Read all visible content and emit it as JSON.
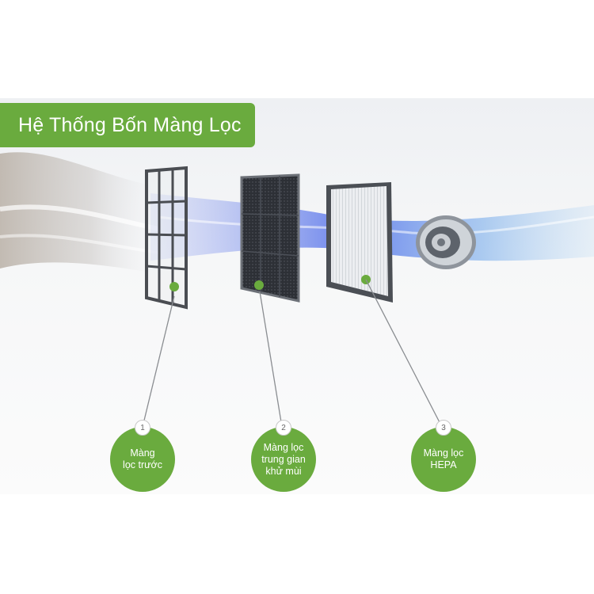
{
  "title": "Hệ Thống Bốn Màng Lọc",
  "colors": {
    "accent": "#6aab3e",
    "airflow": "#4a6ee0"
  },
  "filters": [
    {
      "number": "1",
      "label": "Màng\nlọc trước"
    },
    {
      "number": "2",
      "label": "Màng lọc\ntrung gian\nkhử mùi"
    },
    {
      "number": "3",
      "label": "Màng lọc\nHEPA"
    }
  ],
  "illustration": {
    "fan": "centrifugal-fan"
  }
}
